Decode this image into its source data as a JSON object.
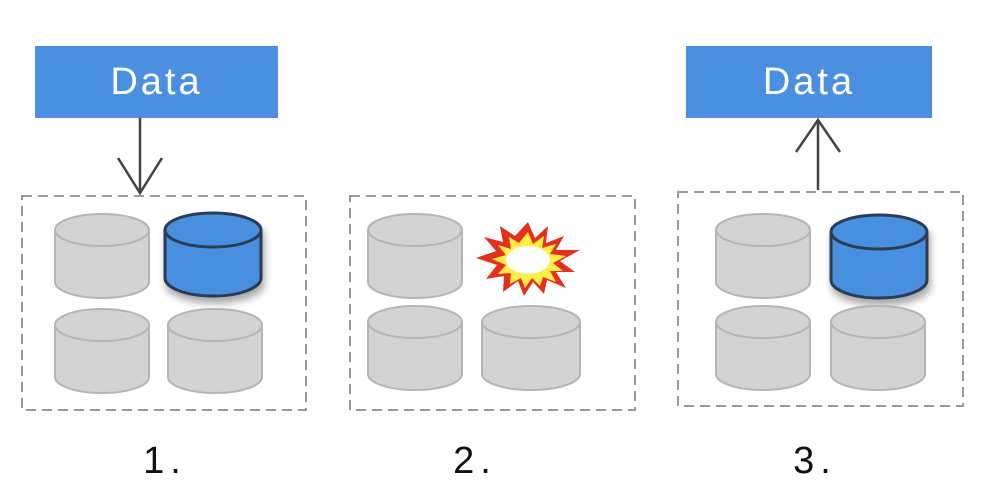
{
  "panels": [
    {
      "id": 1,
      "step_label": "1.",
      "data_label": "Data",
      "arrow": "down",
      "highlighted_disk": "top-right"
    },
    {
      "id": 2,
      "step_label": "2.",
      "data_label": "",
      "arrow": "none",
      "failed_disk": "top-right"
    },
    {
      "id": 3,
      "step_label": "3.",
      "data_label": "Data",
      "arrow": "up",
      "highlighted_disk": "top-right"
    }
  ],
  "colors": {
    "data_box": "#4a8fe0",
    "disk_gray_fill": "#d3d3d3",
    "disk_gray_stroke": "#b5b5b5",
    "disk_blue_fill": "#4a8fe0",
    "disk_blue_stroke": "#2c3e55",
    "dashed_border": "#9a9a9a",
    "arrow": "#444444",
    "explosion_outer": "#e53020",
    "explosion_fill": "#ffee44"
  },
  "icons": {
    "storage_disk": "cylinder-icon",
    "failure": "explosion-icon"
  }
}
